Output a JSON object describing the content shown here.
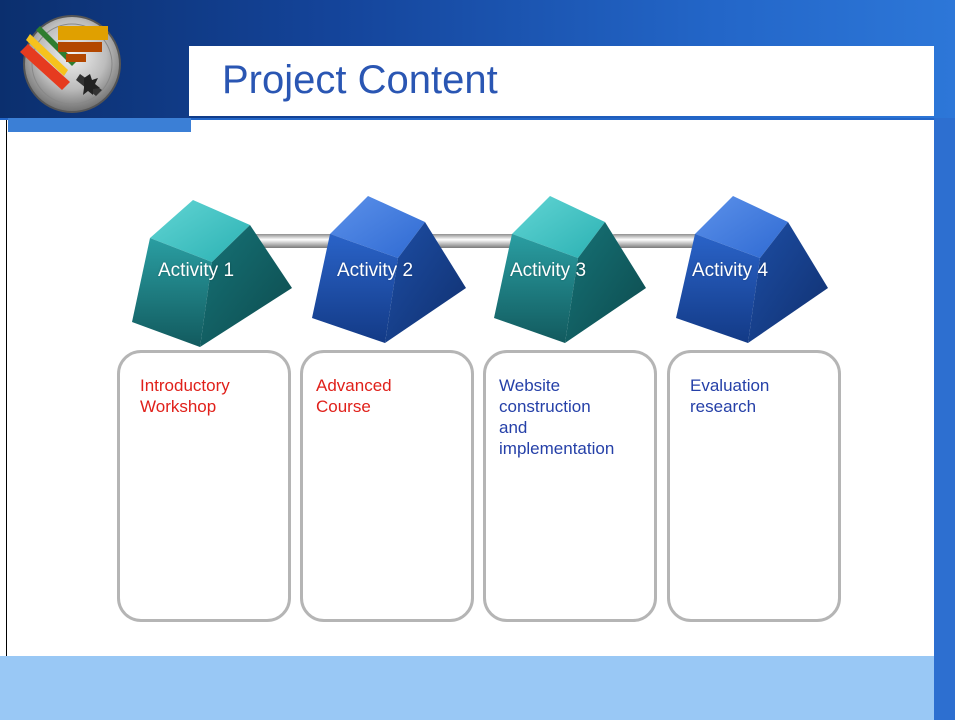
{
  "slide": {
    "title": "Project Content"
  },
  "colors": {
    "header_blue": "#14449a",
    "title_blue": "#2a56b3",
    "bottom_band": "#99c8f5",
    "teal_cube": "#1f8f93",
    "blue_cube": "#2459b7",
    "red_text": "#e0201a",
    "blue_text": "#2540a8"
  },
  "logo": {
    "icon": "beat-drugs-fund-logo"
  },
  "activities": [
    {
      "label": "Activity 1",
      "color": "teal",
      "description": "Introductory\nWorkshop",
      "text_color": "red"
    },
    {
      "label": "Activity 2",
      "color": "blue",
      "description": "Advanced\nCourse",
      "text_color": "red"
    },
    {
      "label": "Activity 3",
      "color": "teal",
      "description": "Website\nconstruction\nand\nimplementation",
      "text_color": "blue"
    },
    {
      "label": "Activity 4",
      "color": "blue",
      "description": "Evaluation\nresearch",
      "text_color": "blue"
    }
  ]
}
